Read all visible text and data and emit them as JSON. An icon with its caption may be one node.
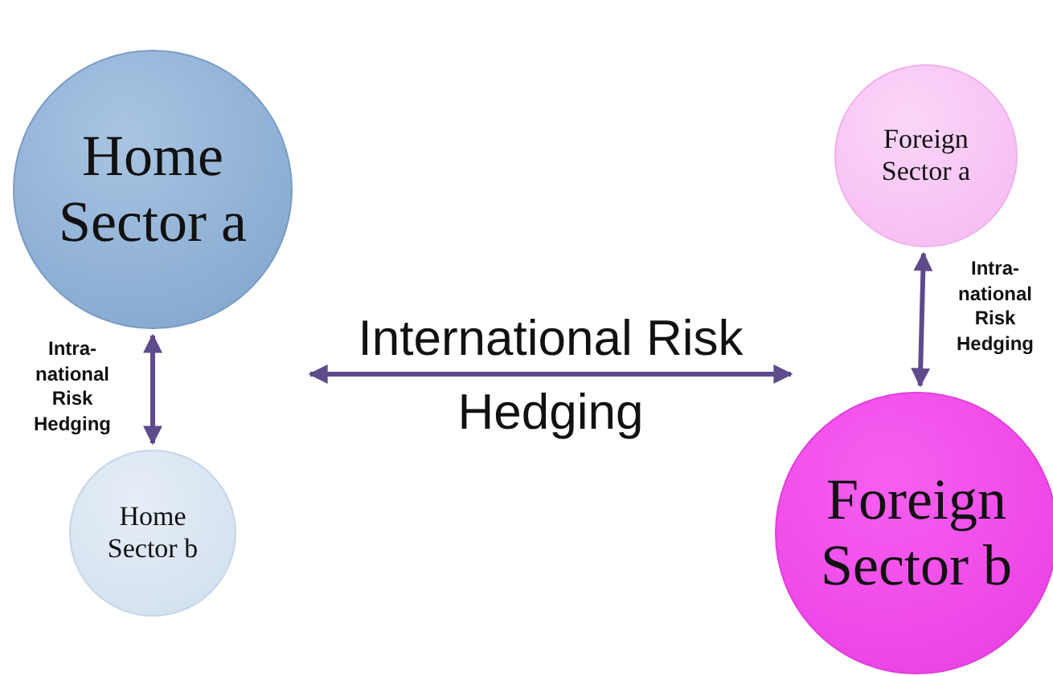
{
  "diagram": {
    "nodes": [
      {
        "text": [
          "Home Sector a"
        ]
      },
      {
        "text": [
          "Home Sector b"
        ]
      },
      {
        "text": [
          "Foreign Sector a"
        ]
      },
      {
        "text": [
          "Foreign Sector b"
        ]
      }
    ],
    "edges": [
      {
        "from": 0,
        "to": 1,
        "arrow": "both",
        "label": "Intra-national Risk Hedging"
      },
      {
        "from": 2,
        "to": 3,
        "arrow": "both",
        "label": "Intra-national Risk Hedging"
      }
    ],
    "labels": [
      "International Risk Hedging"
    ]
  }
}
